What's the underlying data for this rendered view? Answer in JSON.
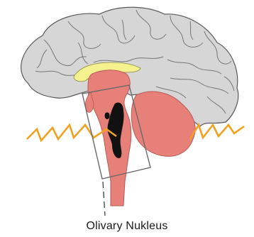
{
  "caption": "Olivary Nukleus",
  "colors": {
    "cortex_fill": "#d6d6d6",
    "cortex_stroke": "#5a5a5a",
    "corpus_callosum": "#f4f18e",
    "brainstem": "#e8807a",
    "nucleus": "#111111",
    "lightning": "#f2a11f",
    "frame": "#6a6a6a"
  },
  "icons": [
    "brain-cortex",
    "lightning-bolt",
    "roi-rectangle"
  ]
}
